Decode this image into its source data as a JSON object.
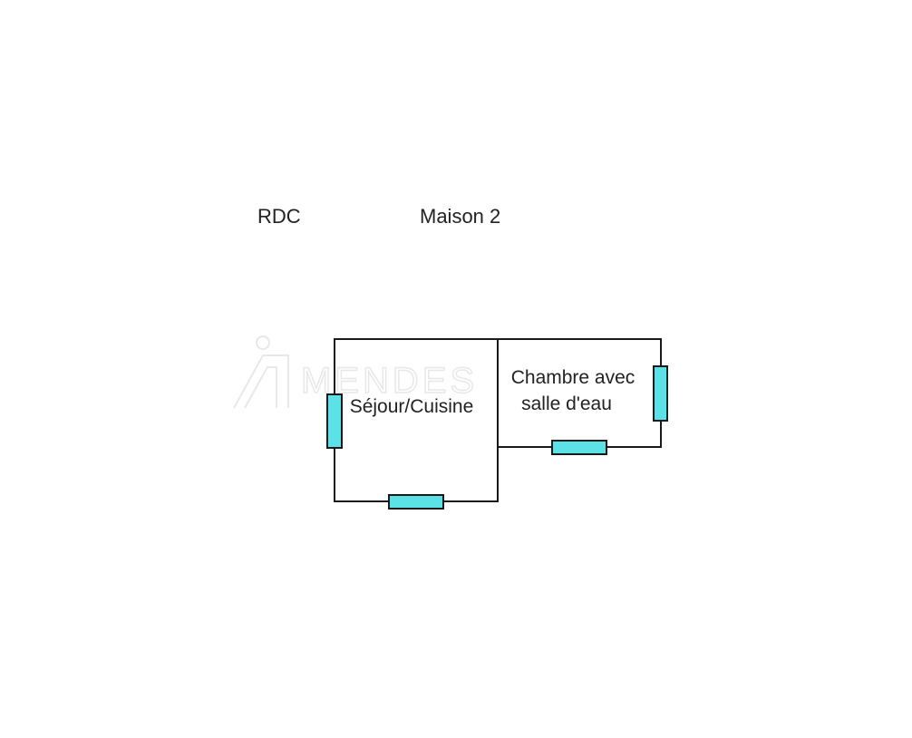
{
  "floor_label": "RDC",
  "house_label": "Maison 2",
  "watermark": {
    "text": "MENDES"
  },
  "rooms": [
    {
      "lines": [
        "Séjour/Cuisine"
      ]
    },
    {
      "lines": [
        "Chambre avec",
        "salle d'eau"
      ]
    }
  ],
  "colors": {
    "wall": "#1a1a1a",
    "window": "#5ce1e6",
    "watermark": "#e6e6e6"
  }
}
